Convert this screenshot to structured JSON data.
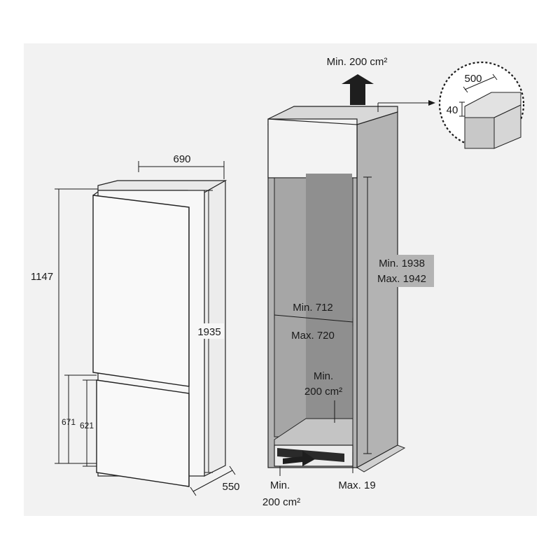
{
  "colors": {
    "panel_background": "#f2f2f2",
    "cabinet_fill": "#b3b3b3",
    "cabinet_inner_back": "#8f8f8f",
    "appliance_fill": "#f7f7f7",
    "line": "#1a1a1a"
  },
  "appliance": {
    "width": "690",
    "depth": "550",
    "height_total": "1935",
    "height_left": "1147",
    "height_lower_a": "671",
    "height_lower_b": "621"
  },
  "niche": {
    "top_vent": {
      "line1": "Min. 200 cm²"
    },
    "height_min": "Min. 1938",
    "height_max": "Max. 1942",
    "width_min": "Min. 712",
    "width_max": "Max. 720",
    "rear_vent": {
      "line1": "Min.",
      "line2": "200 cm²"
    },
    "bottom_vent": {
      "line1": "Min.",
      "line2": "200 cm²"
    },
    "side_gap": "Max. 19"
  },
  "detail": {
    "depth": "500",
    "height": "40"
  },
  "icons": {
    "airflow_up": "arrow-up-icon",
    "airflow_in": "arrow-right-icon",
    "detail_callout": "magnifier-callout-icon"
  }
}
